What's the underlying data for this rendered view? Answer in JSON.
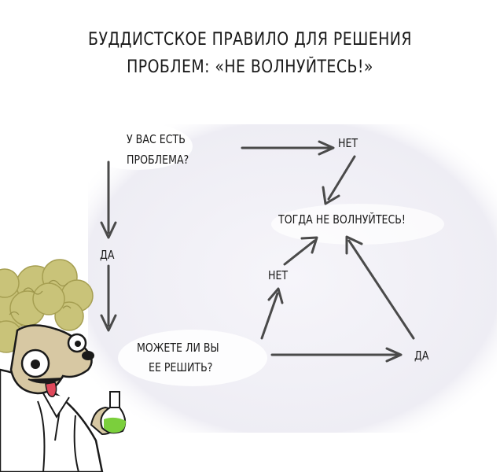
{
  "title": {
    "line1": "БУДДИСТСКОЕ ПРАВИЛО ДЛЯ РЕШЕНИЯ",
    "line2": "ПРОБЛЕМ: «НЕ ВОЛНУЙТЕСЬ!»"
  },
  "diagram": {
    "question1": {
      "line1": "У ВАС ЕСТЬ",
      "line2": "ПРОБЛЕМА?"
    },
    "answer_no_top": "НЕТ",
    "answer_yes_left": "ДА",
    "question2": {
      "line1": "МОЖЕТЕ ЛИ ВЫ",
      "line2": "ЕЕ РЕШИТЬ?"
    },
    "answer_no_middle": "НЕТ",
    "answer_yes_right": "ДА",
    "conclusion": "ТОГДА НЕ ВОЛНУЙТЕСЬ!"
  },
  "colors": {
    "ink": "#1a1a1a",
    "panel_bg": "#f3f2f7",
    "hair": "#c9c379",
    "hair_dark": "#a69f52",
    "skin": "#d7c8a3",
    "tongue": "#e0485a",
    "flask_liquid": "#7bcf3c",
    "coat": "#ffffff"
  }
}
